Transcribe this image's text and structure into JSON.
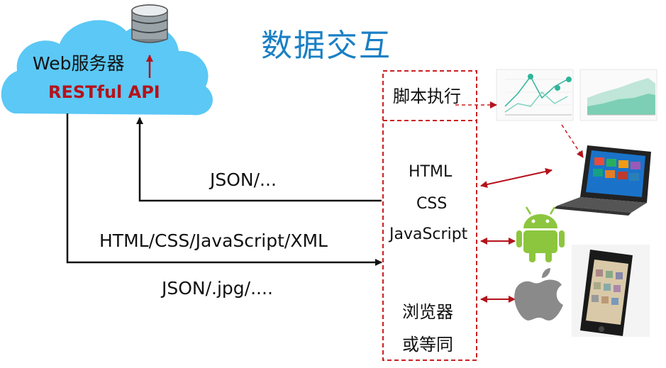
{
  "title": "数据交互",
  "server": {
    "label": "Web服务器",
    "api": "RESTful API"
  },
  "flows": {
    "upload": "JSON/...",
    "download_formats": "HTML/CSS/JavaScript/XML",
    "download_data": "JSON/.jpg/...."
  },
  "client": {
    "script_exec": "脚本执行",
    "tech": [
      "HTML",
      "CSS",
      "JavaScript"
    ],
    "browser_line1": "浏览器",
    "browser_line2": "或等同"
  },
  "colors": {
    "title": "#1a7fc4",
    "cloud": "#5bc8f5",
    "api": "#b5121b",
    "dashed_box": "#cc1f1f",
    "arrows_red": "#b5121b",
    "android": "#8cc63e",
    "apple": "#8a8a8a"
  },
  "icons": [
    "cloud-icon",
    "database-icon",
    "chart-thumbnail",
    "tablet-icon",
    "android-icon",
    "apple-icon",
    "smartphone-icon"
  ]
}
